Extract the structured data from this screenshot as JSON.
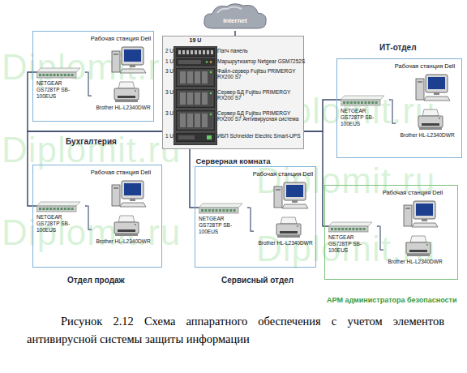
{
  "diagram": {
    "caption": "Рисунок 2.12 Схема аппаратного обеспечения с учетом элементов антивирусной системы защиты информации",
    "nodes": [
      {
        "text": [
          "Internet"
        ]
      },
      {
        "text": [
          "Бухгалтерия"
        ]
      },
      {
        "text": [
          "Рабочая станция Dell"
        ],
        "in": 1
      },
      {
        "text": [
          "NETGEAR GS728TP SB-100EUS"
        ],
        "in": 1
      },
      {
        "text": [
          "Brother HL-L2340DWR"
        ],
        "in": 1
      },
      {
        "text": [
          "19 U",
          "Серверная комната"
        ]
      },
      {
        "text": [
          "2 U",
          "Патч панель"
        ],
        "in": 5
      },
      {
        "text": [
          "1 U",
          "Маршрутизатор Netgear GSM7252S"
        ],
        "in": 5
      },
      {
        "text": [
          "3 U",
          "Файл-сервер Fujitsu PRIMERGY RX200 S7"
        ],
        "in": 5
      },
      {
        "text": [
          "3 U",
          "Сервер БД Fujitsu PRIMERGY RX200 S7"
        ],
        "in": 5
      },
      {
        "text": [
          "3 U",
          "Сервер БД Fujitsu PRIMERGY RX200 S7 Антивирусная система"
        ],
        "in": 5
      },
      {
        "text": [
          "1 U",
          "ИБП Schneider Electric Smart-UPS"
        ],
        "in": 5
      },
      {
        "text": [
          "ИТ-отдел"
        ]
      },
      {
        "text": [
          "Рабочая станция Dell"
        ],
        "in": 12
      },
      {
        "text": [
          "NETGEAR GS728TP SB-100EUS"
        ],
        "in": 12
      },
      {
        "text": [
          "Brother HL-L2340DWR"
        ],
        "in": 12
      },
      {
        "text": [
          "Отдел продаж"
        ]
      },
      {
        "text": [
          "Рабочая станция Dell"
        ],
        "in": 16
      },
      {
        "text": [
          "NETGEAR GS728TP SB-100EUS"
        ],
        "in": 16
      },
      {
        "text": [
          "Brother HL-L2340DWR"
        ],
        "in": 16
      },
      {
        "text": [
          "Сервисный отдел"
        ]
      },
      {
        "text": [
          "Рабочая станция Dell"
        ],
        "in": 20
      },
      {
        "text": [
          "NETGEAR GS728TP SB-100EUS"
        ],
        "in": 20
      },
      {
        "text": [
          "Brother HL-L2340DWR"
        ],
        "in": 20
      },
      {
        "text": [
          "АРМ администратора безопасности"
        ]
      },
      {
        "text": [
          "Рабочая станция Dell"
        ],
        "in": 24
      },
      {
        "text": [
          "NETGEAR GS728TP SB-100EUS"
        ],
        "in": 24
      },
      {
        "text": [
          "Brother HL-L2340DWR"
        ],
        "in": 24
      }
    ],
    "edges": [
      {
        "from": 0,
        "to": 5,
        "arrow": "none"
      },
      {
        "from": 3,
        "to": 2,
        "arrow": "none"
      },
      {
        "from": 3,
        "to": 4,
        "arrow": "none"
      },
      {
        "from": 3,
        "to": 5,
        "arrow": "none"
      },
      {
        "from": 14,
        "to": 13,
        "arrow": "none"
      },
      {
        "from": 14,
        "to": 15,
        "arrow": "none"
      },
      {
        "from": 14,
        "to": 5,
        "arrow": "none"
      },
      {
        "from": 18,
        "to": 17,
        "arrow": "none"
      },
      {
        "from": 18,
        "to": 19,
        "arrow": "none"
      },
      {
        "from": 18,
        "to": 5,
        "arrow": "none"
      },
      {
        "from": 22,
        "to": 21,
        "arrow": "none"
      },
      {
        "from": 22,
        "to": 23,
        "arrow": "none"
      },
      {
        "from": 22,
        "to": 5,
        "arrow": "none"
      },
      {
        "from": 26,
        "to": 25,
        "arrow": "none"
      },
      {
        "from": 26,
        "to": 27,
        "arrow": "none"
      },
      {
        "from": 26,
        "to": 5,
        "arrow": "none"
      }
    ],
    "labels": [
      "Diplomit.ru",
      "Diplomit.ru",
      "Diplomit.ru",
      "Diplomit.ru",
      "Diplomit.ru",
      "Diplomit.ru"
    ]
  }
}
